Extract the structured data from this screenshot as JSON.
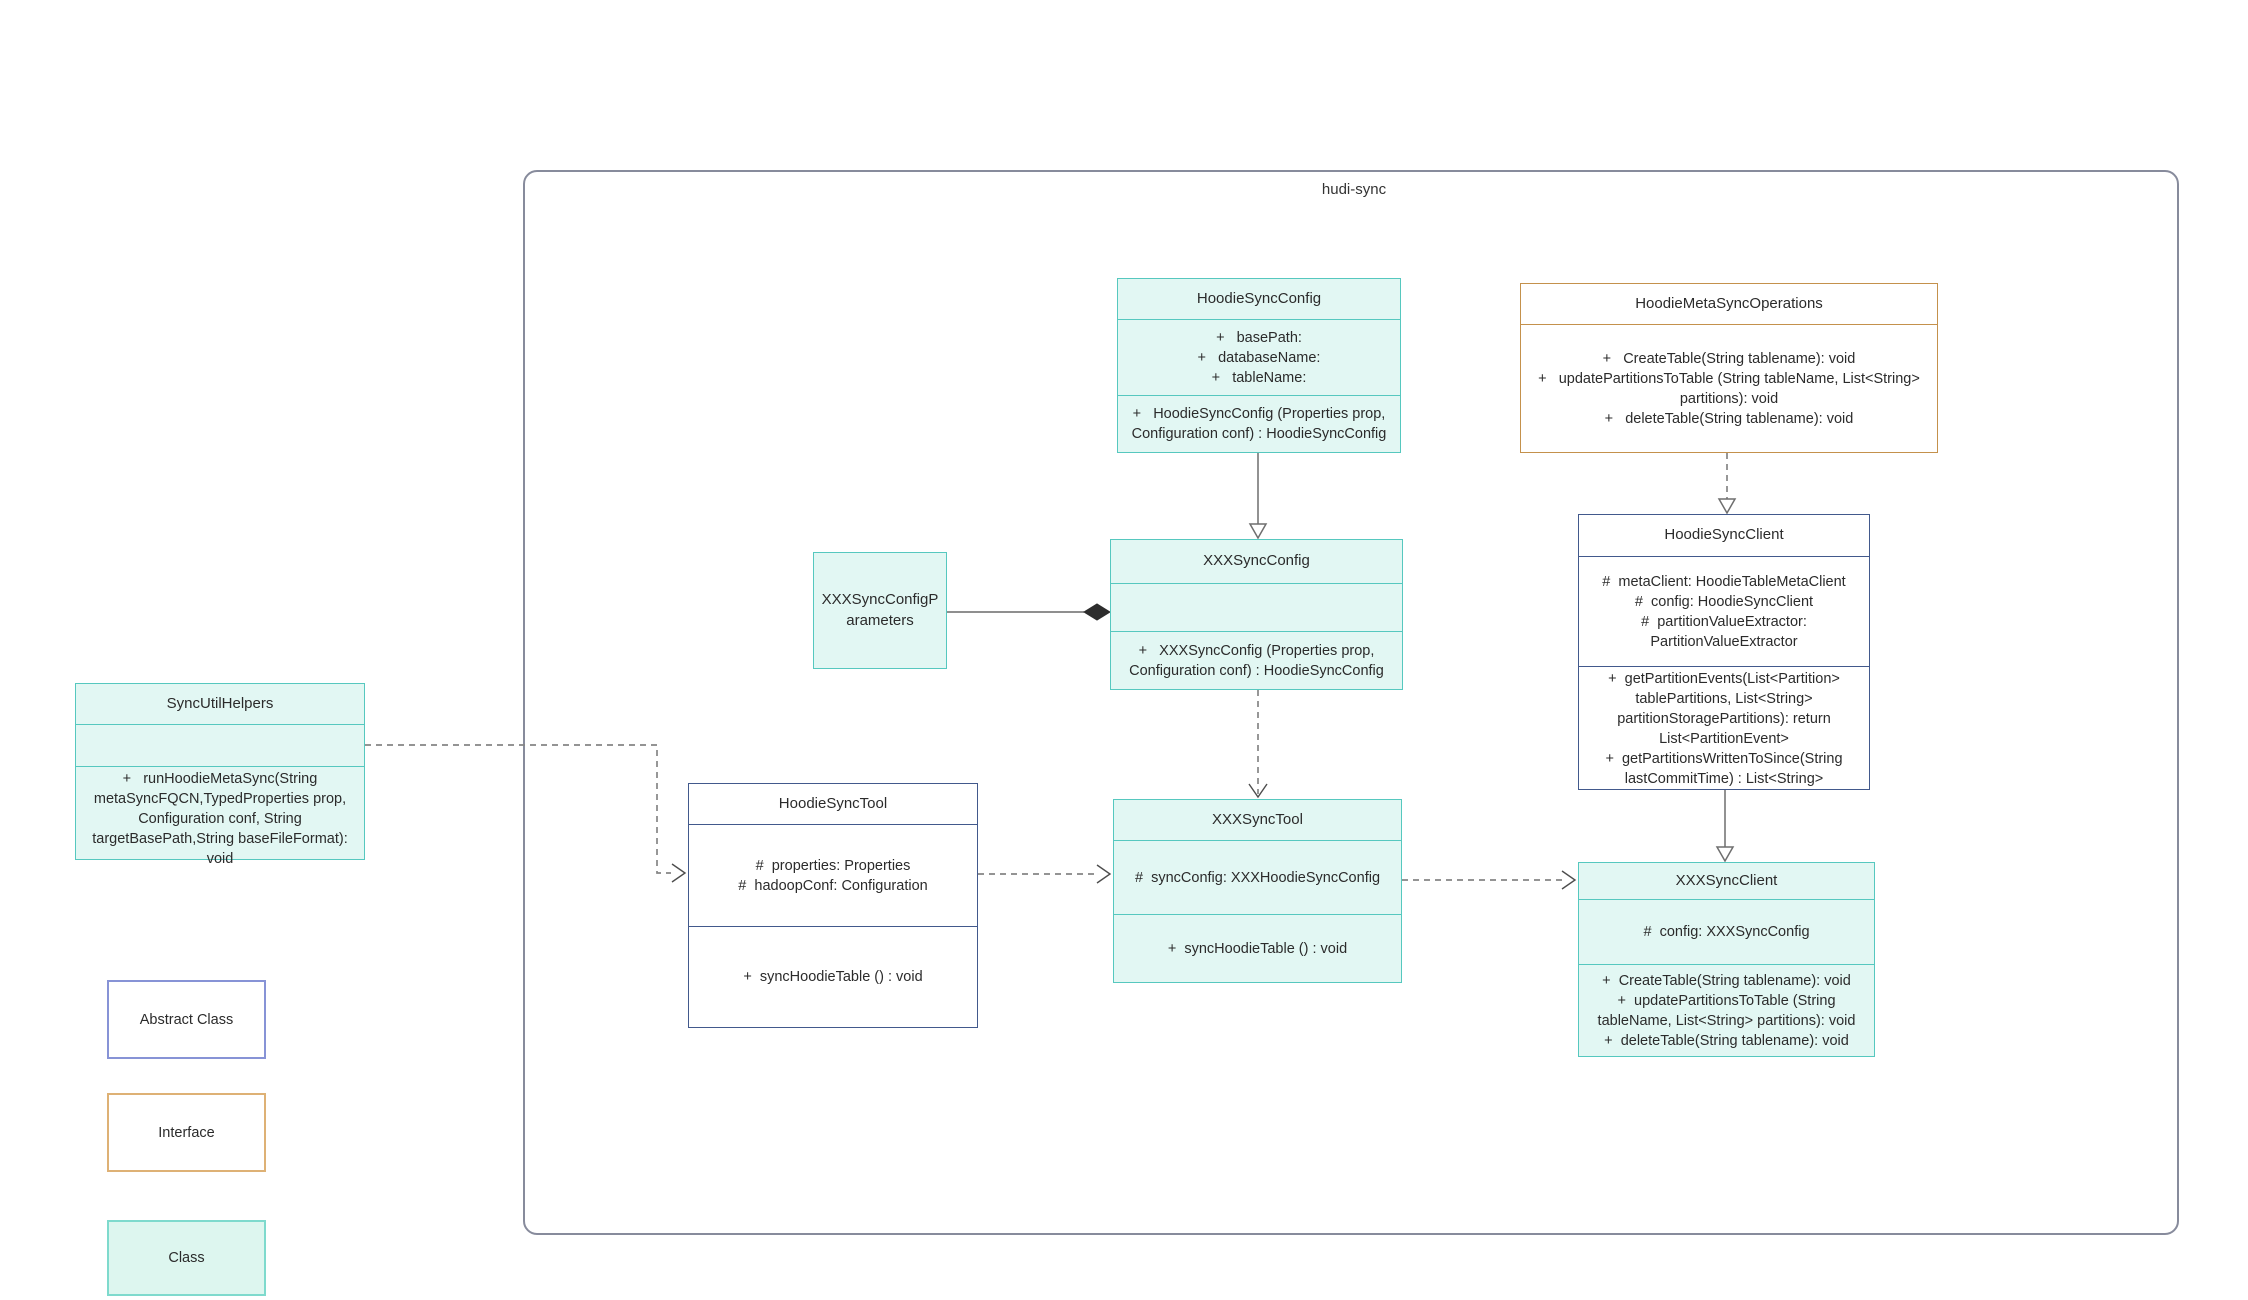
{
  "diagram": {
    "container_label": "hudi-sync"
  },
  "colors": {
    "class_fill": "#e2f7f3",
    "class_border": "#56c8bf",
    "abstract_border": "#42598c",
    "interface_border": "#c4914c",
    "container_border": "#878b9c",
    "legend_abstract_border": "#8793d6",
    "legend_interface_border": "#deb175",
    "legend_class_border": "#7edacd"
  },
  "classes": {
    "hoodie_sync_config": {
      "name": "HoodieSyncConfig",
      "attributes": [
        "+   basePath:",
        "+   databaseName:",
        "+   tableName:"
      ],
      "methods": [
        "+   HoodieSyncConfig (Properties prop, Configuration conf) : HoodieSyncConfig"
      ]
    },
    "hoodie_meta_sync_operations": {
      "name": "HoodieMetaSyncOperations",
      "attributes": [],
      "methods": [
        "+   CreateTable(String tablename): void",
        "+   updatePartitionsToTable (String tableName, List<String> partitions): void",
        "+   deleteTable(String tablename): void"
      ]
    },
    "xxx_sync_config": {
      "name": "XXXSyncConfig",
      "attributes": [],
      "methods": [
        "+   XXXSyncConfig (Properties prop, Configuration conf) : HoodieSyncConfig"
      ]
    },
    "xxx_sync_config_parameters": {
      "name": "XXXSyncConfigParameters"
    },
    "hoodie_sync_client": {
      "name": "HoodieSyncClient",
      "attributes": [
        "#  metaClient: HoodieTableMetaClient",
        "#  config: HoodieSyncClient",
        "#  partitionValueExtractor: PartitionValueExtractor"
      ],
      "methods": [
        "+  getPartitionEvents(List<Partition> tablePartitions, List<String> partitionStoragePartitions): return List<PartitionEvent>",
        "+  getPartitionsWrittenToSince(String lastCommitTime) : List<String>"
      ]
    },
    "sync_util_helpers": {
      "name": "SyncUtilHelpers",
      "attributes": [],
      "methods": [
        "+   runHoodieMetaSync(String metaSyncFQCN,TypedProperties prop, Configuration conf, String targetBasePath,String baseFileFormat): void"
      ]
    },
    "hoodie_sync_tool": {
      "name": "HoodieSyncTool",
      "attributes": [
        "#  properties: Properties",
        "#  hadoopConf: Configuration"
      ],
      "methods": [
        "+  syncHoodieTable () : void"
      ]
    },
    "xxx_sync_tool": {
      "name": "XXXSyncTool",
      "attributes": [
        "#  syncConfig: XXXHoodieSyncConfig"
      ],
      "methods": [
        "+  syncHoodieTable () : void"
      ]
    },
    "xxx_sync_client": {
      "name": "XXXSyncClient",
      "attributes": [
        "#  config: XXXSyncConfig"
      ],
      "methods": [
        "+  CreateTable(String tablename): void",
        "+  updatePartitionsToTable (String tableName, List<String> partitions): void",
        "+  deleteTable(String tablename): void"
      ]
    }
  },
  "legend": {
    "abstract_label": "Abstract Class",
    "interface_label": "Interface",
    "class_label": "Class"
  }
}
